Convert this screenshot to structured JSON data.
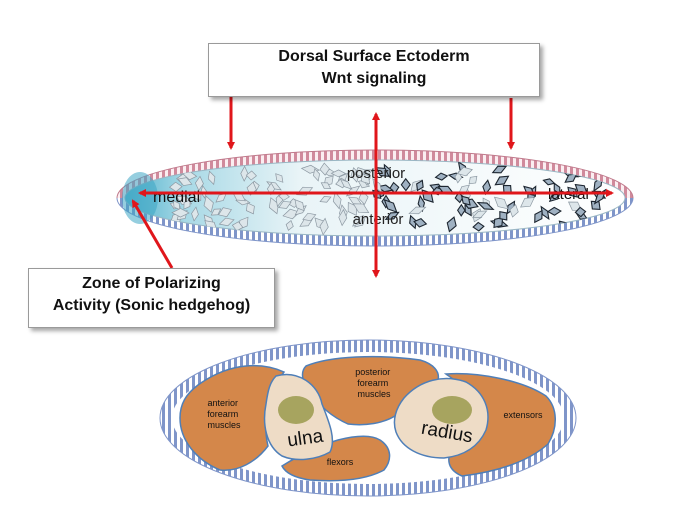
{
  "callouts": {
    "ectoderm": {
      "line1": "Dorsal Surface Ectoderm",
      "line2": "Wnt signaling"
    },
    "zpa": {
      "line1": "Zone of Polarizing",
      "line2": "Activity (Sonic hedgehog)"
    }
  },
  "limb_bud": {
    "axis_labels": {
      "medial": "medial",
      "lateral": "lateral",
      "posterior": "posterior",
      "anterior": "anterior"
    }
  },
  "cross_section": {
    "bones": {
      "ulna": "ulna",
      "radius": "radius"
    },
    "muscle_groups": {
      "anterior_forearm": [
        "anterior",
        "forearm",
        "muscles"
      ],
      "posterior_forearm": [
        "posterior",
        "forearm",
        "muscles"
      ],
      "flexors": "flexors",
      "extensors": "extensors"
    }
  },
  "colors": {
    "arrow": "#e0161b",
    "stripe_blue": "#7f95c9",
    "stripe_pink": "#d08a9c",
    "muscle": "#d4874a",
    "bone": "#eedcc6",
    "marrow": "#9a9a4c",
    "zpa_blue": "#5fb7d0"
  }
}
